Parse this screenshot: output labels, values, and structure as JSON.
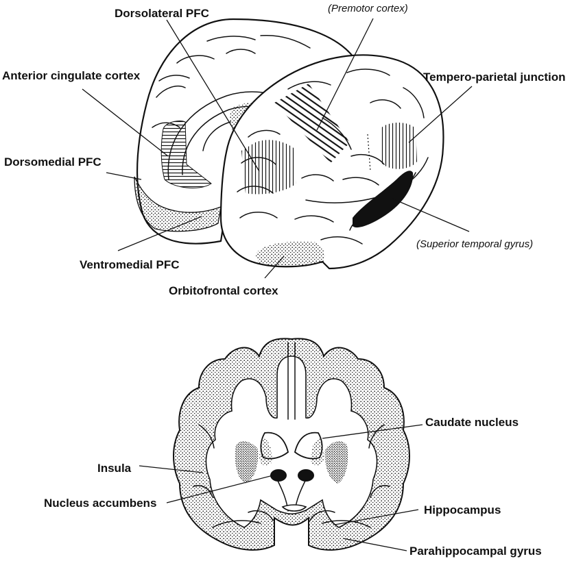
{
  "labels": {
    "dorsolateral_pfc": "Dorsolateral PFC",
    "premotor_cortex": "(Premotor cortex)",
    "anterior_cingulate_cortex": "Anterior cingulate cortex",
    "tempero_parietal_junction": "Tempero-parietal junction",
    "dorsomedial_pfc": "Dorsomedial PFC",
    "ventromedial_pfc": "Ventromedial PFC",
    "superior_temporal_gyrus": "(Superior temporal gyrus)",
    "orbitofrontal_cortex": "Orbitofrontal cortex",
    "caudate_nucleus": "Caudate nucleus",
    "insula": "Insula",
    "nucleus_accumbens": "Nucleus accumbens",
    "hippocampus": "Hippocampus",
    "parahippocampal_gyrus": "Parahippocampal gyrus"
  },
  "colors": {
    "ink": "#111111",
    "background": "#ffffff",
    "region_fill_dark": "#111111"
  }
}
